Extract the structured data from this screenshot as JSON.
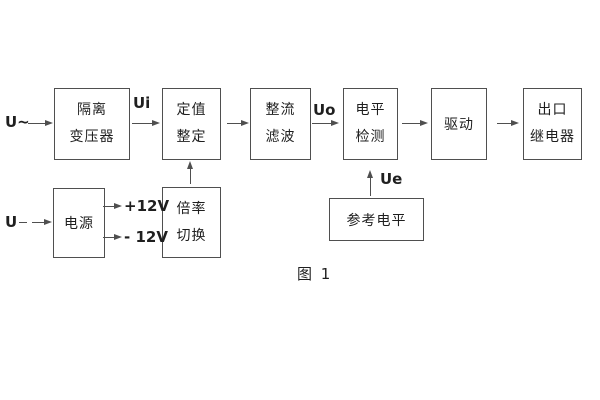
{
  "diagram": {
    "caption": "图 1",
    "colors": {
      "line": "#4f4f4f",
      "text": "#1f1f1f",
      "background": "#ffffff"
    }
  },
  "blocks": {
    "isolation_transformer": {
      "line1": "隔离",
      "line2": "变压器"
    },
    "setting_adjustment": {
      "line1": "定值",
      "line2": "整定"
    },
    "rectifier_filter": {
      "line1": "整流",
      "line2": "滤波"
    },
    "level_detection": {
      "line1": "电平",
      "line2": "检测"
    },
    "driver": {
      "label": "驱动"
    },
    "output_relay": {
      "line1": "出口",
      "line2": "继电器"
    },
    "power_supply": {
      "label": "电源"
    },
    "ratio_switch": {
      "line1": "倍率",
      "line2": "切换"
    },
    "reference_level": {
      "label": "参考电平"
    }
  },
  "labels": {
    "ac_input": "U~",
    "dc_input": "U",
    "ui": "Ui",
    "uo": "Uo",
    "ue": "Ue",
    "plus_12v": "+12V",
    "minus_12v": "- 12V"
  }
}
